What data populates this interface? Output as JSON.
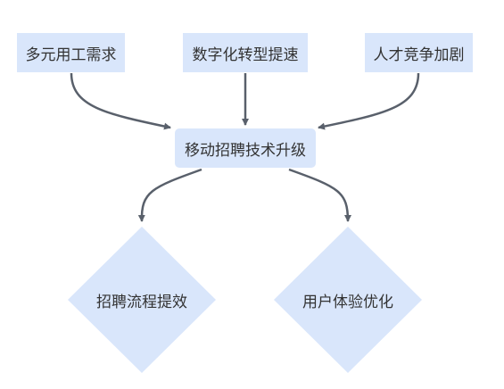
{
  "nodes": {
    "demand": {
      "label": "多元用工需求"
    },
    "digital": {
      "label": "数字化转型提速"
    },
    "talent": {
      "label": "人才竞争加剧"
    },
    "upgrade": {
      "label": "移动招聘技术升级"
    },
    "efficiency": {
      "label": "招聘流程提效"
    },
    "experience": {
      "label": "用户体验优化"
    }
  },
  "edges": [
    {
      "from": "demand",
      "to": "upgrade"
    },
    {
      "from": "digital",
      "to": "upgrade"
    },
    {
      "from": "talent",
      "to": "upgrade"
    },
    {
      "from": "upgrade",
      "to": "efficiency"
    },
    {
      "from": "upgrade",
      "to": "experience"
    }
  ],
  "colors": {
    "node_fill": "#d9e6fb",
    "edge": "#59606b",
    "text": "#333333"
  }
}
